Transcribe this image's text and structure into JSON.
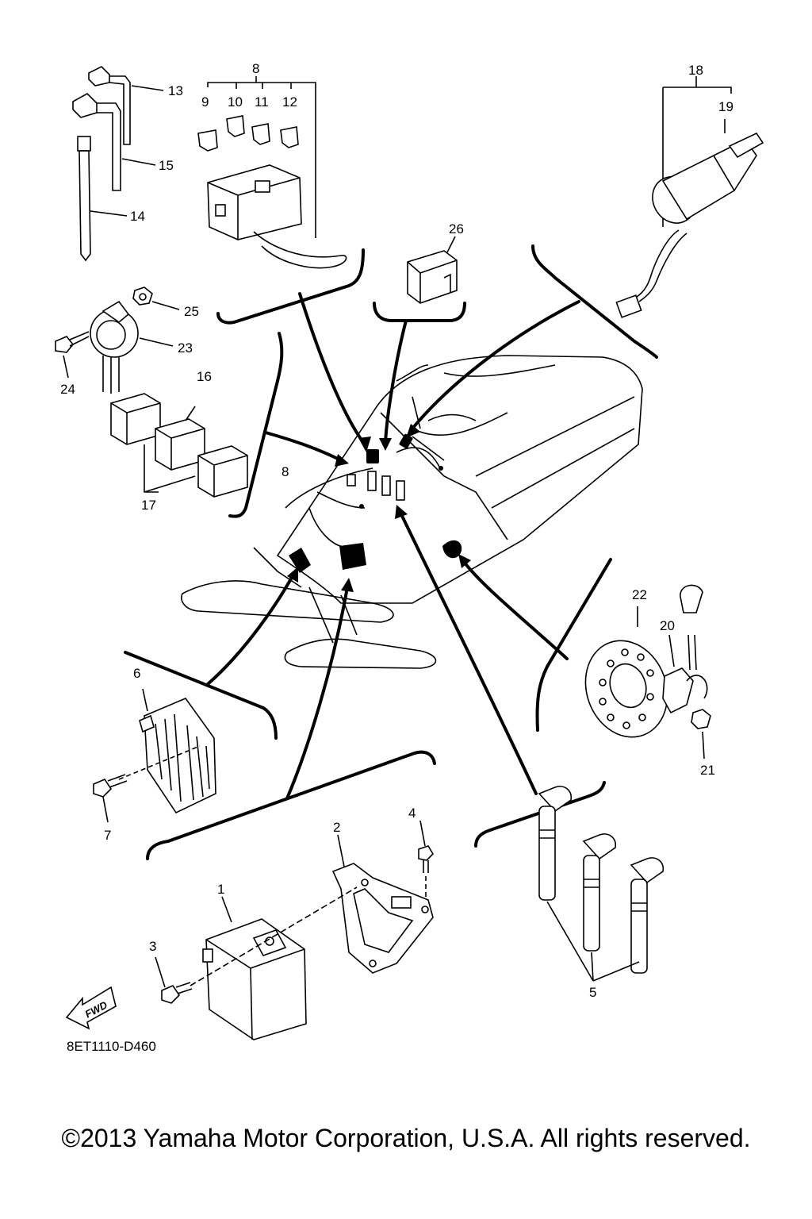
{
  "callouts": {
    "c1": "1",
    "c2": "2",
    "c3": "3",
    "c4": "4",
    "c5": "5",
    "c6": "6",
    "c7": "7",
    "c8a": "8",
    "c8b": "8",
    "c9": "9",
    "c10": "10",
    "c11": "11",
    "c12": "12",
    "c13": "13",
    "c14": "14",
    "c15": "15",
    "c16": "16",
    "c17": "17",
    "c18": "18",
    "c19": "19",
    "c20": "20",
    "c21": "21",
    "c22": "22",
    "c23": "23",
    "c24": "24",
    "c25": "25",
    "c26": "26"
  },
  "fwd_label": "FWD",
  "diagram_code": "8ET1110-D460",
  "copyright": "©2013 Yamaha Motor Corporation, U.S.A. All rights reserved."
}
